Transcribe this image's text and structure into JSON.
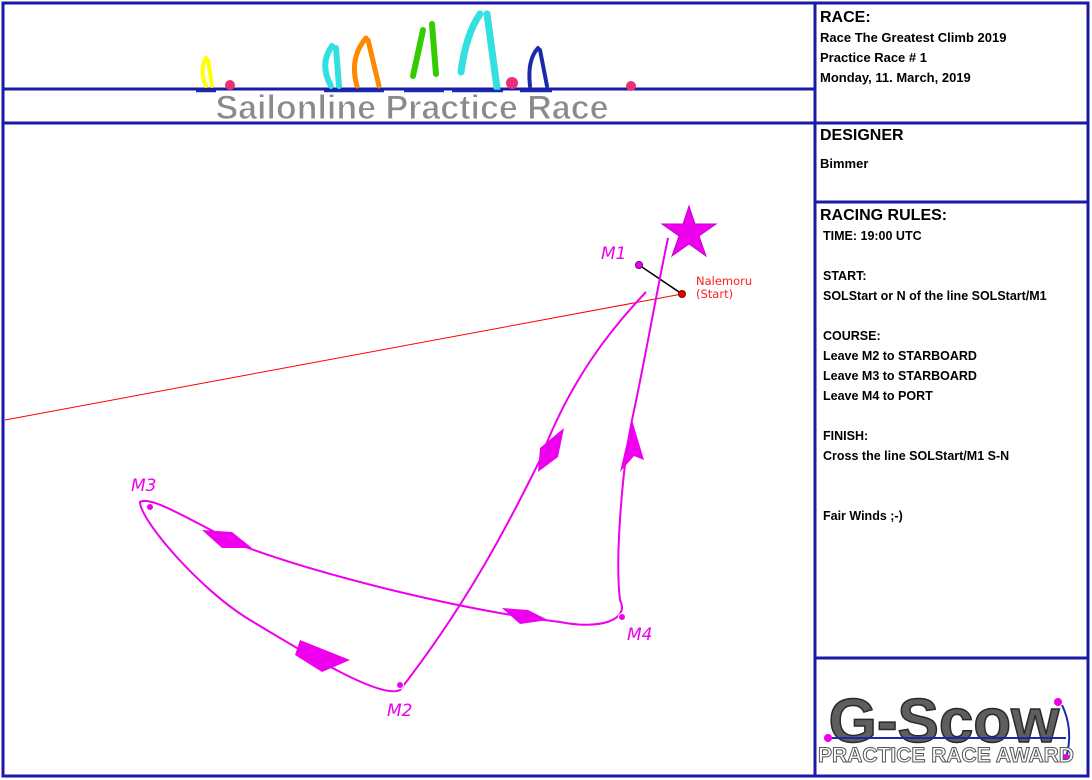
{
  "header": {
    "banner_text": "Sailonline Practice Race"
  },
  "race": {
    "heading": "RACE:",
    "name": "Race The Greatest Climb 2019",
    "number": "Practice Race # 1",
    "date": "Monday, 11. March, 2019"
  },
  "designer": {
    "heading": "DESIGNER",
    "name": "Bimmer"
  },
  "rules": {
    "heading": "RACING RULES:",
    "time": "TIME: 19:00 UTC",
    "start_heading": "START:",
    "start_text": "SOLStart or N of the line SOLStart/M1",
    "course_heading": "COURSE:",
    "course_1": "Leave M2 to STARBOARD",
    "course_2": "Leave M3 to STARBOARD",
    "course_3": "Leave M4 to PORT",
    "finish_heading": "FINISH:",
    "finish_text": "Cross the line SOLStart/M1 S-N",
    "closing": "Fair Winds ;-)"
  },
  "award": {
    "logo_text": "G-Scow",
    "subtitle": "PRACTICE RACE AWARD"
  },
  "map": {
    "start_name": "Nalemoru",
    "start_sub": "(Start)",
    "marks": {
      "m1": "M1",
      "m2": "M2",
      "m3": "M3",
      "m4": "M4"
    }
  },
  "colors": {
    "frame": "#1a1aa6",
    "course": "#ee00ee",
    "start_line": "#ff0000",
    "banner_text": "#8a8a8a",
    "award_text": "#5e5e5e",
    "sail_colors": [
      "#ffff00",
      "#33e0e0",
      "#ff8800",
      "#33cc00",
      "#33e0e0",
      "#1a2aaa"
    ]
  }
}
